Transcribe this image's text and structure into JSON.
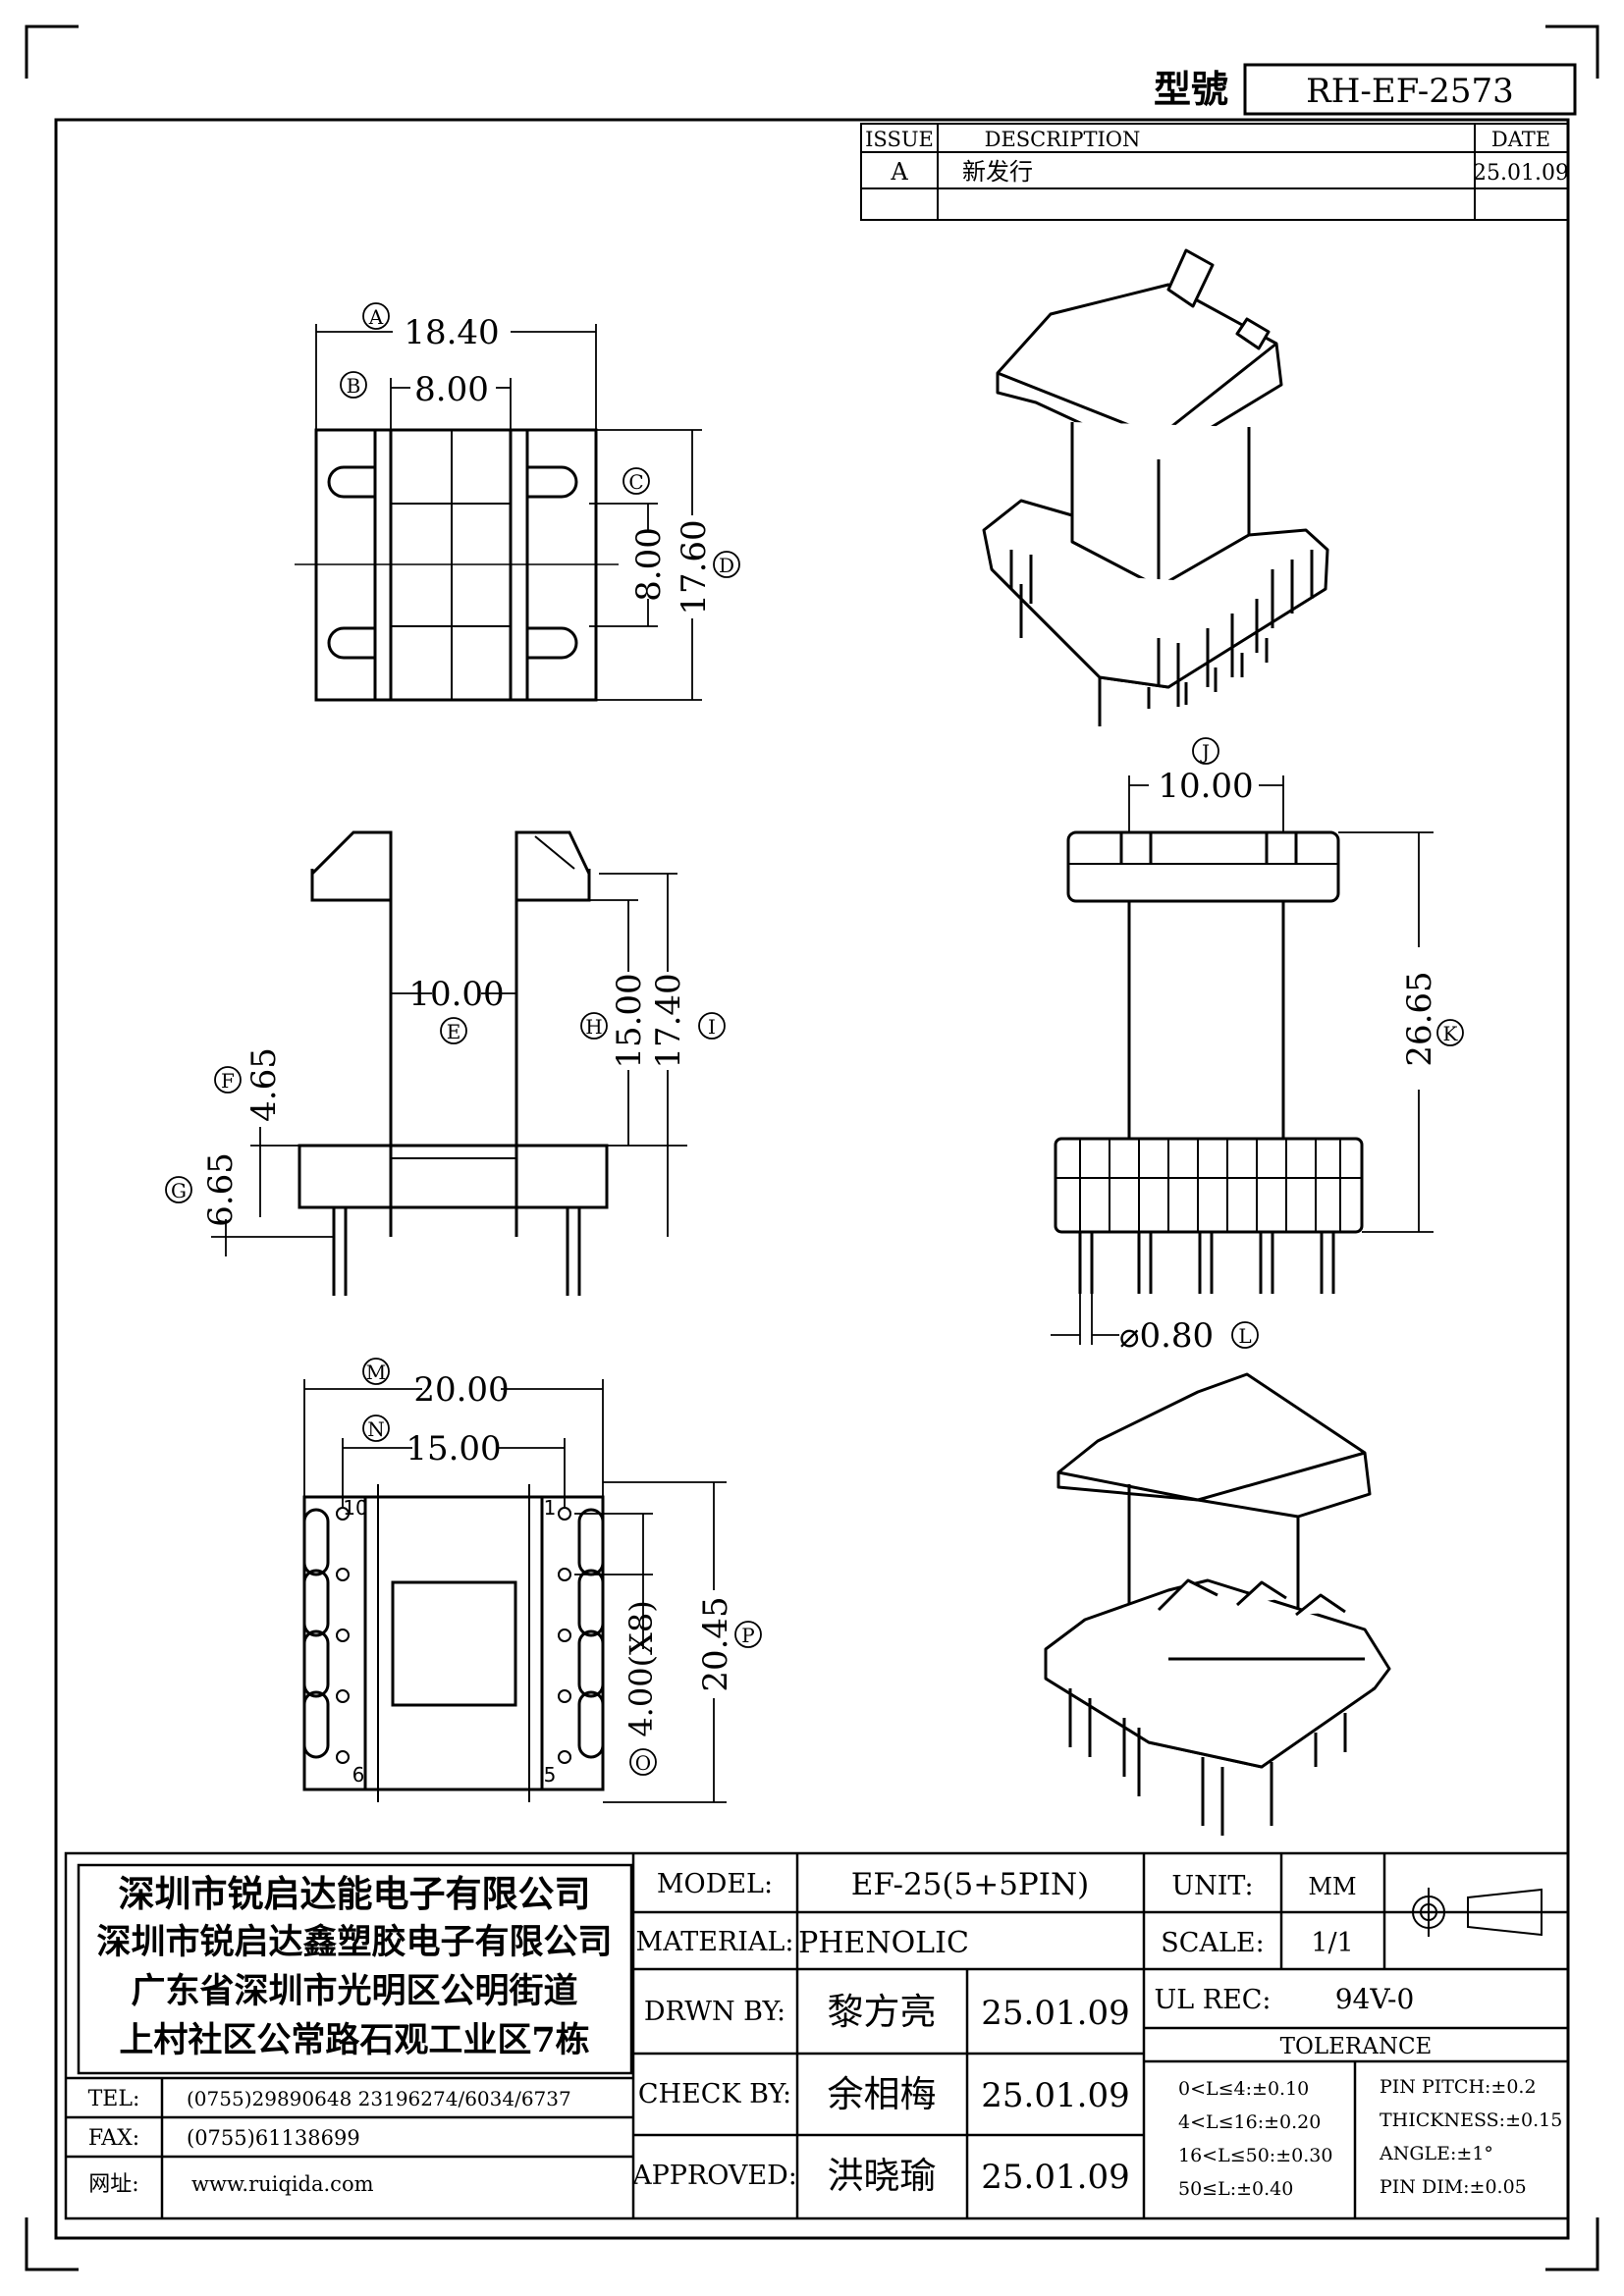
{
  "header": {
    "model_label": "型號",
    "model_number": "RH-EF-2573"
  },
  "revision": {
    "col_issue": "ISSUE",
    "col_description": "DESCRIPTION",
    "col_date": "DATE",
    "rows": [
      {
        "issue": "A",
        "description": "新发行",
        "date": "25.01.09"
      }
    ]
  },
  "dimensions": {
    "A": {
      "letter": "A",
      "value": "18.40"
    },
    "B": {
      "letter": "B",
      "value": "8.00"
    },
    "C": {
      "letter": "C",
      "value": "8.00"
    },
    "D": {
      "letter": "D",
      "value": "17.60"
    },
    "E": {
      "letter": "E",
      "value": "10.00"
    },
    "F": {
      "letter": "F",
      "value": "4.65"
    },
    "G": {
      "letter": "G",
      "value": "6.65"
    },
    "H": {
      "letter": "H",
      "value": "15.00"
    },
    "I": {
      "letter": "I",
      "value": "17.40"
    },
    "J": {
      "letter": "J",
      "value": "10.00"
    },
    "K": {
      "letter": "K",
      "value": "26.65"
    },
    "L": {
      "letter": "L",
      "value": "⌀0.80"
    },
    "M": {
      "letter": "M",
      "value": "20.00"
    },
    "N": {
      "letter": "N",
      "value": "15.00"
    },
    "O": {
      "letter": "O",
      "value": "4.00(X8)"
    },
    "P": {
      "letter": "P",
      "value": "20.45"
    }
  },
  "pin_numbers": {
    "p10": "10",
    "p1": "1",
    "p6": "6",
    "p5": "5"
  },
  "title_block": {
    "company_lines": [
      "深圳市锐启达能电子有限公司",
      "深圳市锐启达鑫塑胶电子有限公司",
      "广东省深圳市光明区公明街道",
      "上村社区公常路石观工业区7栋"
    ],
    "tel_label": "TEL:",
    "tel_value": "(0755)29890648   23196274/6034/6737",
    "fax_label": "FAX:",
    "fax_value": "(0755)61138699",
    "web_label": "网址:",
    "web_value": "www.ruiqida.com",
    "model_label": "MODEL:",
    "model_value": "EF-25(5+5PIN)",
    "material_label": "MATERIAL:",
    "material_value": "PHENOLIC",
    "drawn_label": "DRWN BY:",
    "drawn_name": "黎方亮",
    "drawn_date": "25.01.09",
    "check_label": "CHECK BY:",
    "check_name": "余相梅",
    "check_date": "25.01.09",
    "approved_label": "APPROVED:",
    "approved_name": "洪晓瑜",
    "approved_date": "25.01.09",
    "unit_label": "UNIT:",
    "unit_value": "MM",
    "scale_label": "SCALE:",
    "scale_value": "1/1",
    "ul_label": "UL REC:",
    "ul_value": "94V-0",
    "tolerance_title": "TOLERANCE",
    "tolerance_left": [
      "0<L≤4:±0.10",
      "4<L≤16:±0.20",
      "16<L≤50:±0.30",
      "50≤L:±0.40"
    ],
    "tolerance_right": [
      "PIN PITCH:±0.2",
      "THICKNESS:±0.15",
      "ANGLE:±1°",
      "PIN DIM:±0.05"
    ]
  }
}
